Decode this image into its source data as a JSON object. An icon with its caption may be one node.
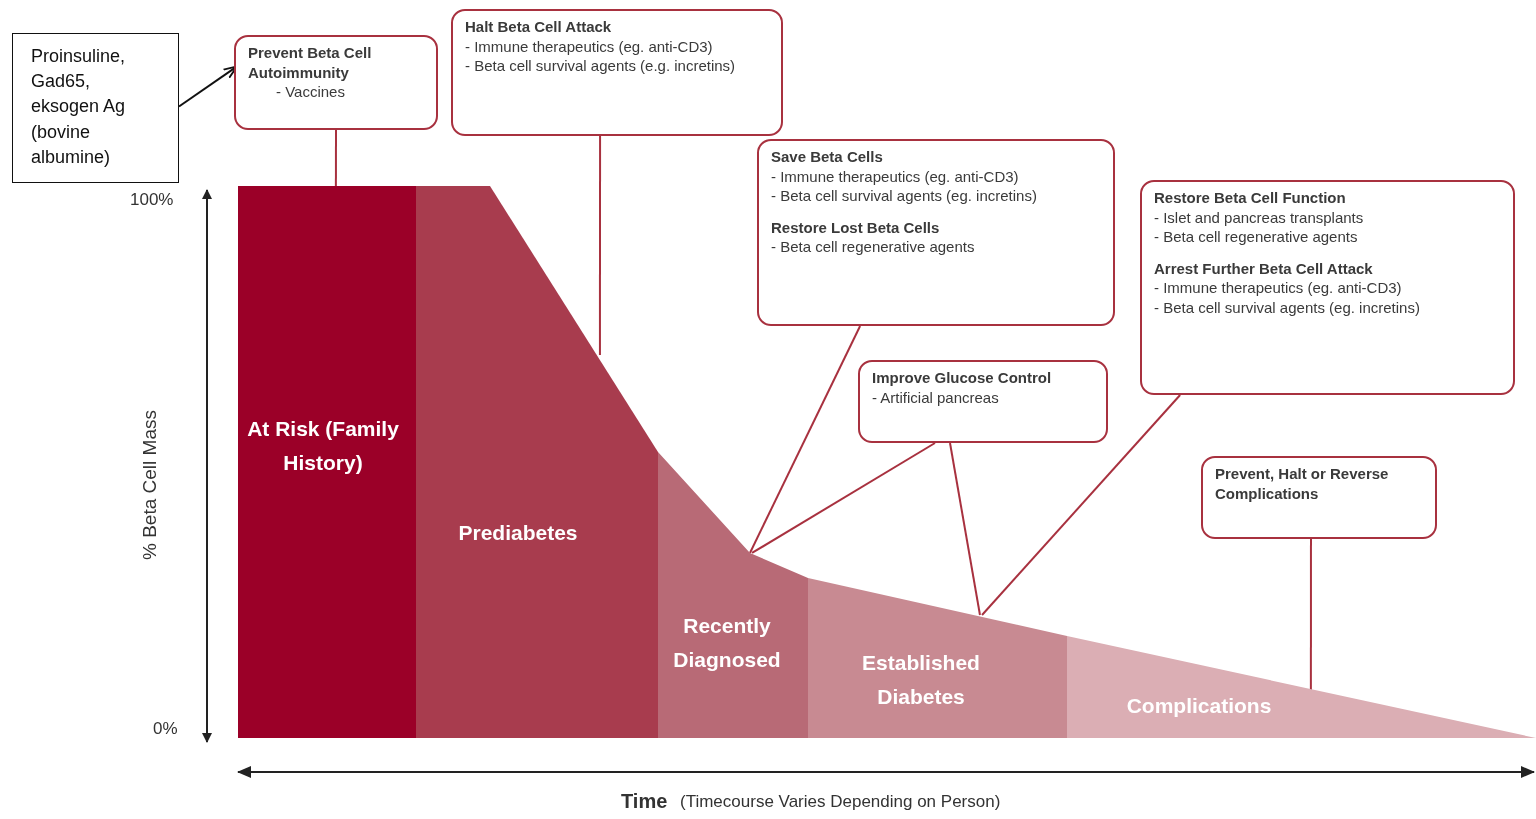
{
  "diagram": {
    "nodes": [
      {
        "text": [
          "Proinsuline, Gad65, eksogen Ag (bovine albumine)"
        ]
      },
      {
        "text": [
          "Prevent Beta Cell Autoimmunity",
          "- Vaccines"
        ]
      },
      {
        "text": [
          "Halt Beta Cell Attack",
          "- Immune therapeutics (eg. anti-CD3)",
          "- Beta cell survival agents (e.g. incretins)"
        ]
      },
      {
        "text": [
          "Save Beta Cells",
          "- Immune therapeutics (eg. anti-CD3)",
          "- Beta cell survival agents (eg. incretins)",
          "Restore Lost Beta Cells",
          "- Beta cell regenerative agents"
        ]
      },
      {
        "text": [
          "Restore Beta Cell Function",
          "- Islet and pancreas transplants",
          "- Beta cell regenerative agents",
          "Arrest Further Beta Cell Attack",
          "- Immune therapeutics (eg. anti-CD3)",
          "- Beta cell survival agents (eg. incretins)"
        ]
      },
      {
        "text": [
          "Improve Glucose Control",
          "- Artificial pancreas"
        ]
      },
      {
        "text": [
          "Prevent, Halt or Reverse Complications"
        ]
      },
      {
        "text": [
          "At Risk (Family History)"
        ]
      },
      {
        "text": [
          "Prediabetes"
        ]
      },
      {
        "text": [
          "Recently Diagnosed"
        ]
      },
      {
        "text": [
          "Established Diabetes"
        ]
      },
      {
        "text": [
          "Complications"
        ]
      }
    ],
    "edges": [
      {
        "from": 0,
        "to": 1,
        "arrow": "to",
        "color": "#111111"
      },
      {
        "from": 1,
        "to": 7,
        "arrow": "none"
      },
      {
        "from": 2,
        "to": 8,
        "arrow": "none"
      },
      {
        "from": 3,
        "to": 9,
        "arrow": "none"
      },
      {
        "from": 5,
        "to": 9,
        "arrow": "none"
      },
      {
        "from": 5,
        "to": 10,
        "arrow": "none"
      },
      {
        "from": 4,
        "to": 10,
        "arrow": "none"
      },
      {
        "from": 6,
        "to": 11,
        "arrow": "none"
      }
    ],
    "labels": [
      "100%",
      "% Beta Cell Mass",
      "0%",
      "Time",
      "(Timecourse Varies Depending on Person)"
    ]
  }
}
